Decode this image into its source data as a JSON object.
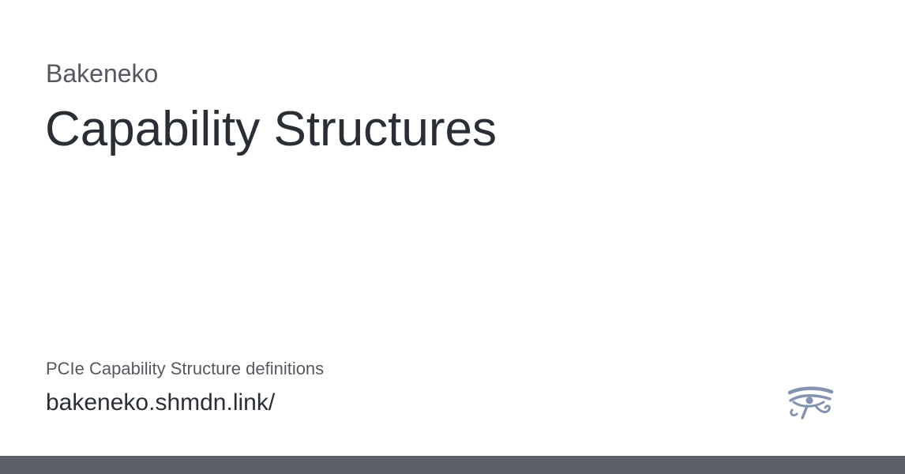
{
  "card": {
    "site_name": "Bakeneko",
    "title": "Capability Structures",
    "description": "PCIe Capability Structure definitions",
    "url": "bakeneko.shmdn.link/"
  },
  "logo": {
    "icon": "eye-of-horus-icon",
    "color": "#8592b0"
  },
  "colors": {
    "background": "#ffffff",
    "title_text": "#2a2e35",
    "muted_text": "#55595f",
    "footer_bar": "#5b606b"
  }
}
